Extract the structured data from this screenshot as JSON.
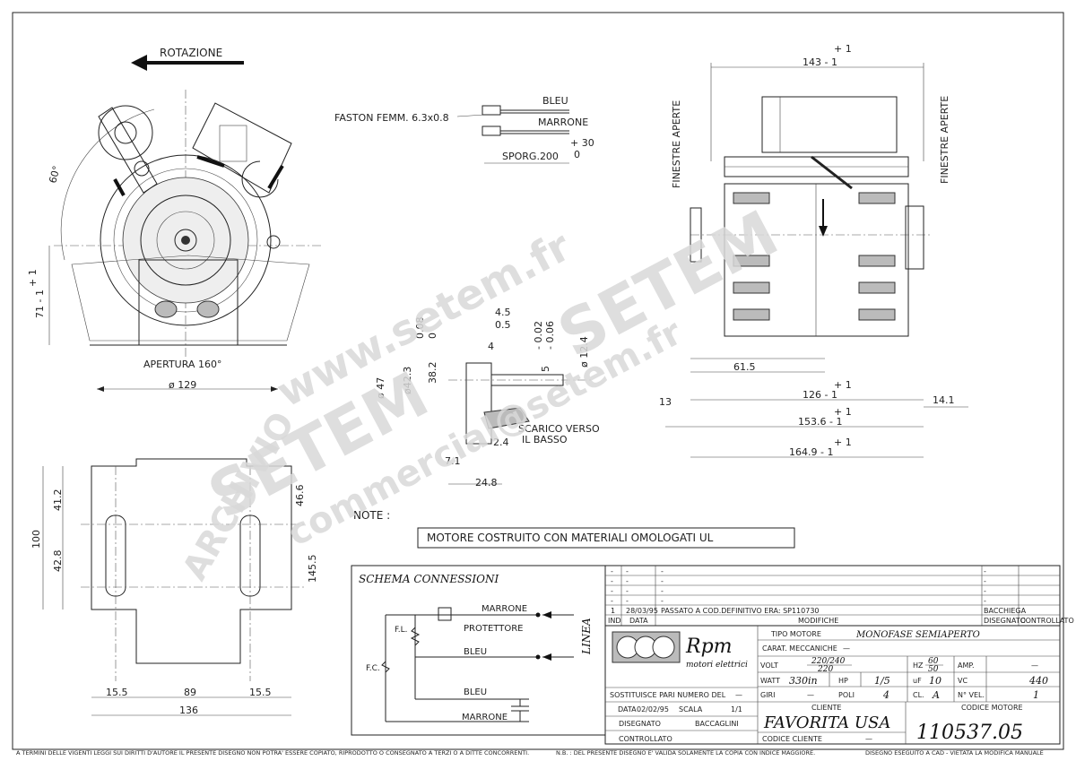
{
  "rotation_label": "ROTAZIONE",
  "front_view": {
    "angle_label": "60°",
    "height_dim": "71 - 1",
    "height_tol": "+ 1",
    "opening_label": "APERTURA 160°",
    "diameter_dim": "ø 129"
  },
  "faston": {
    "label": "FASTON FEMM. 6.3x0.8",
    "wire1": "BLEU",
    "wire2": "MARRONE",
    "tol_top": "+ 30",
    "tol_bottom": "0",
    "sporg": "SPORG.200"
  },
  "side_view": {
    "top_tol": "+ 1",
    "top_dim": "143 - 1",
    "left_window": "FINESTRE APERTE",
    "right_window": "FINESTRE APERTE",
    "dim_615": "61.5",
    "dim_126_tol": "+ 1",
    "dim_126": "126 - 1",
    "dim_141": "14.1",
    "dim_13": "13",
    "dim_1536_tol": "+ 1",
    "dim_1536": "153.6 - 1",
    "dim_1649_tol": "+ 1",
    "dim_1649": "164.9 - 1"
  },
  "shaft_detail": {
    "d45": "4.5",
    "d05": "0.5",
    "d008": "0.08",
    "d0": "0",
    "d4": "4",
    "d47": "ø 47",
    "d423": "ø42.3",
    "d382": "38.2",
    "d002": "- 0.02",
    "d006": "- 0.06",
    "d5": "5",
    "d124": "ø 12.4",
    "d24": "2.4",
    "d71": "7.1",
    "d248": "24.8",
    "scarico1": "SCARICO VERSO",
    "scarico2": "IL BASSO"
  },
  "bottom_view": {
    "d412": "41.2",
    "d100": "100",
    "d428": "42.8",
    "d466": "46.6",
    "d1455": "145.5",
    "d155a": "15.5",
    "d89": "89",
    "d155b": "15.5",
    "d136": "136"
  },
  "note_label": "NOTE :",
  "note_box": "MOTORE COSTRUITO CON MATERIALI OMOLOGATI UL",
  "schema": {
    "title": "SCHEMA CONNESSIONI",
    "marrone_top": "MARRONE",
    "protettore": "PROTETTORE",
    "bleu_top": "BLEU",
    "bleu_bottom": "BLEU",
    "marrone_bottom": "MARRONE",
    "fl": "F.L.",
    "fc": "F.C.",
    "linea": "LINEA"
  },
  "revisions": {
    "rows": [
      {
        "n": "-",
        "date": "-",
        "desc": "-",
        "by": "-"
      },
      {
        "n": "-",
        "date": "-",
        "desc": "-",
        "by": "-"
      },
      {
        "n": "-",
        "date": "-",
        "desc": "-",
        "by": "-"
      },
      {
        "n": "-",
        "date": "-",
        "desc": "-",
        "by": "-"
      },
      {
        "n": "1",
        "date": "28/03/95",
        "desc": "PASSATO A COD.DEFINITIVO ERA: SP110730",
        "by": "BACCHIEGA"
      }
    ],
    "hdr_ind": "IND",
    "hdr_data": "DATA",
    "hdr_mod": "MODIFICHE",
    "hdr_dis": "DISEGNATO",
    "hdr_ctrl": "CONTROLLATO"
  },
  "title_block": {
    "brand": "Rpm",
    "brand_sub": "motori elettrici",
    "tipo_label": "TIPO MOTORE",
    "tipo_value": "MONOFASE SEMIAPERTO",
    "carat_label": "CARAT. MECCANICHE",
    "carat_value": "—",
    "volt_label": "VOLT",
    "volt_num": "220/240",
    "volt_den": "220",
    "hz_label": "HZ",
    "hz_num": "60",
    "hz_den": "50",
    "amp_label": "AMP.",
    "amp_value": "—",
    "watt_label": "WATT",
    "watt_value": "330in",
    "hp_label": "HP",
    "hp_value": "1/5",
    "uf_label": "uF",
    "uf_value": "10",
    "vc_label": "VC",
    "vc_value": "440",
    "giri_label": "GIRI",
    "giri_value": "—",
    "poli_label": "POLI",
    "poli_value": "4",
    "cl_label": "CL.",
    "cl_value": "A",
    "nvel_label": "N° VEL.",
    "nvel_value": "1",
    "sost_label": "SOSTITUISCE PARI NUMERO DEL",
    "sost_value": "—",
    "data_label": "DATA",
    "data_value": "02/02/95",
    "scala_label": "SCALA",
    "scala_value": "1/1",
    "disegnato_label": "DISEGNATO",
    "disegnato_value": "BACCAGLINI",
    "controllato_label": "CONTROLLATO",
    "cliente_label": "CLIENTE",
    "cliente_value": "FAVORITA USA",
    "codcliente_label": "CODICE CLIENTE",
    "codcliente_value": "—",
    "codmotore_label": "CODICE MOTORE",
    "codmotore_value": "110537.05"
  },
  "footer_left": "A TERMINI DELLE VIGENTI LEGGI SUI DIRITTI D'AUTORE IL PRESENTE DISEGNO NON POTRA' ESSERE COPIATO, RIPRODOTTO O CONSEGNATO A TERZI O A DITTE CONCORRENTI.",
  "footer_mid": "N.B. : DEL PRESENTE DISEGNO E' VALIDA SOLAMENTE LA COPIA CON INDICE MAGGIORE.",
  "footer_right": "DISEGNO ESEGUITO A CAD - VIETATA LA MODIFICA MANUALE",
  "watermarks": {
    "w1": "www.setem.fr",
    "w2": "SETEM",
    "w3": "SETEM",
    "w4": "commercial@setem.fr",
    "w5": "ARCHIVIO"
  }
}
